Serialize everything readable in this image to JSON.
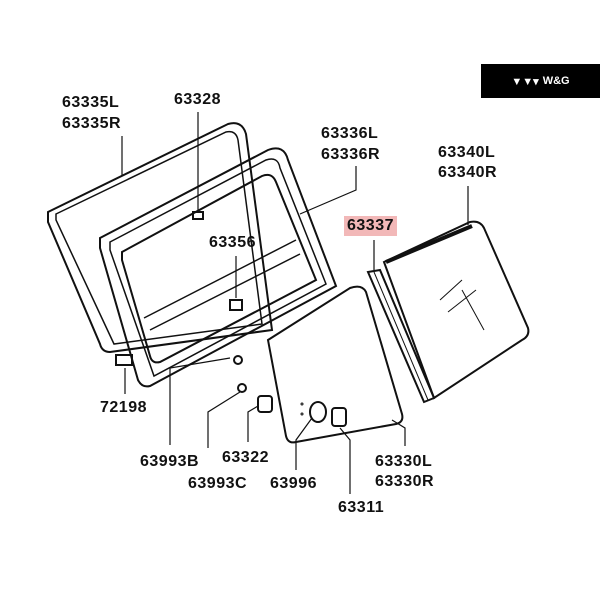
{
  "badge": {
    "logo_text": "W&G"
  },
  "labels": {
    "p63335L": "63335L",
    "p63335R": "63335R",
    "p63328": "63328",
    "p63336L": "63336L",
    "p63336R": "63336R",
    "p63340L": "63340L",
    "p63340R": "63340R",
    "p63337": "63337",
    "p63356": "63356",
    "p72198": "72198",
    "p63993B": "63993B",
    "p63322": "63322",
    "p63993C": "63993C",
    "p63996": "63996",
    "p63330L": "63330L",
    "p63330R": "63330R",
    "p63311": "63311"
  },
  "highlight_color": "#f2b8b8"
}
